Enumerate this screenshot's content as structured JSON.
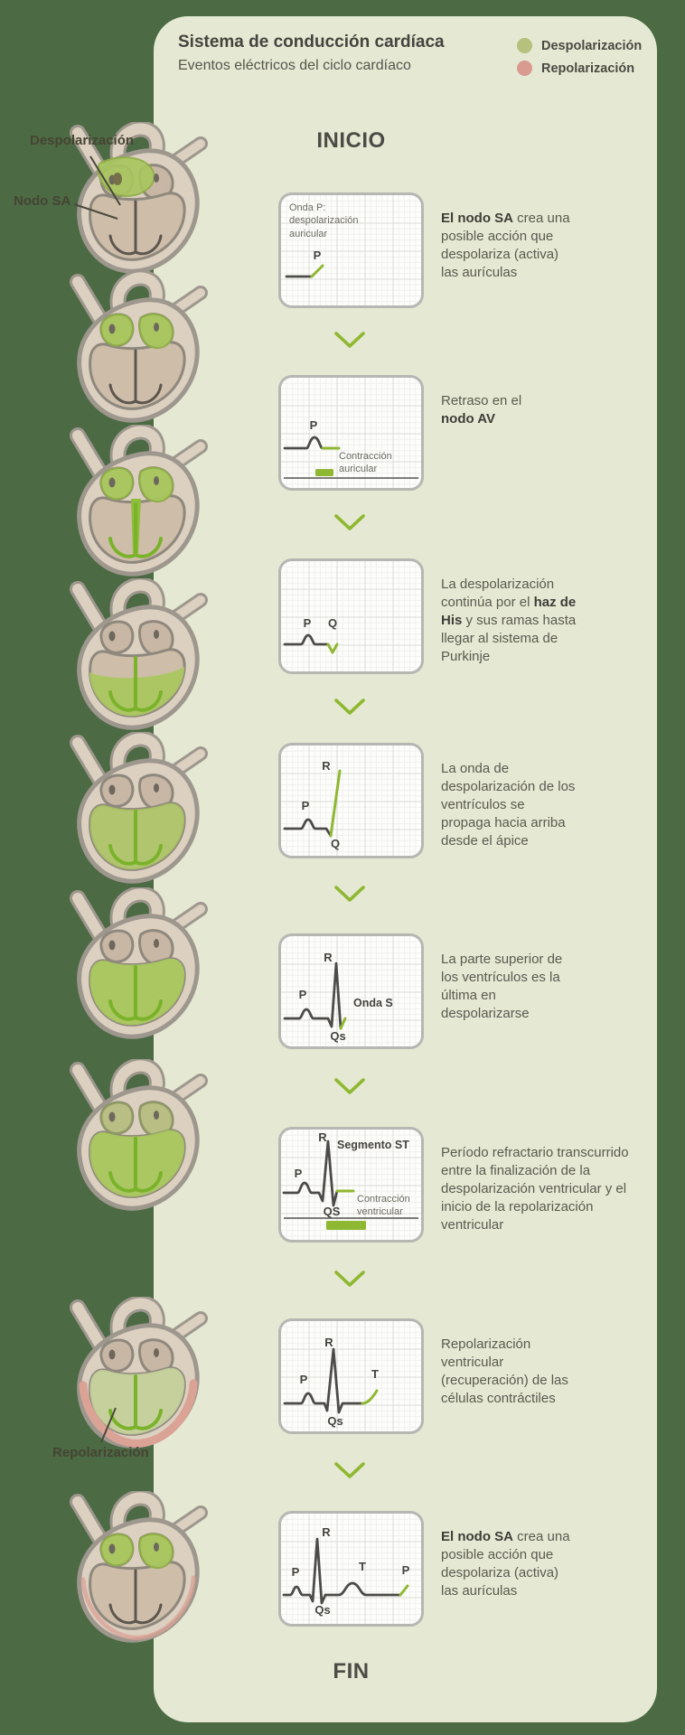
{
  "header": {
    "title": "Sistema de conducción cardíaca",
    "subtitle": "Eventos eléctricos del ciclo cardíaco"
  },
  "legend": {
    "items": [
      {
        "label": "Despolarización",
        "color": "#b5c17c"
      },
      {
        "label": "Repolarización",
        "color": "#d99a90"
      }
    ]
  },
  "flow": {
    "start_label": "INICIO",
    "end_label": "FIN"
  },
  "anatomy_labels": [
    {
      "id": "despolarizacion",
      "text": "Despolarización"
    },
    {
      "id": "nodo-sa",
      "text": "Nodo SA"
    },
    {
      "id": "repolarizacion",
      "text": "Repolarización"
    }
  ],
  "colors": {
    "accent_green": "#8fb832",
    "depolarization_green": "#a9c75e",
    "repolarization_pink": "#d99a90",
    "background_dark": "#4c6a44",
    "panel_light": "#e5e9d3"
  },
  "steps": [
    {
      "ecg": {
        "notes": [
          {
            "text": "Onda P: despolarización auricular",
            "bold": false
          }
        ],
        "wave_labels": [
          "P"
        ]
      },
      "description": [
        {
          "text": "El nodo SA",
          "bold": true
        },
        {
          "text": " crea una posible acción que despolariza (activa) las aurículas",
          "bold": false
        }
      ]
    },
    {
      "ecg": {
        "notes": [
          {
            "text": "Contracción auricular",
            "bold": false
          }
        ],
        "wave_labels": [
          "P"
        ]
      },
      "description": [
        {
          "text": "Retraso en el ",
          "bold": false
        },
        {
          "text": "nodo AV",
          "bold": true
        }
      ]
    },
    {
      "ecg": {
        "notes": [],
        "wave_labels": [
          "P",
          "Q"
        ]
      },
      "description": [
        {
          "text": "La despolarización continúa por el ",
          "bold": false
        },
        {
          "text": "haz de His",
          "bold": true
        },
        {
          "text": " y sus ramas hasta llegar al sistema de Purkinje",
          "bold": false
        }
      ]
    },
    {
      "ecg": {
        "notes": [],
        "wave_labels": [
          "R",
          "P",
          "Q"
        ]
      },
      "description": [
        {
          "text": "La onda de despolarización de los ventrículos se propaga hacia arriba desde el ápice",
          "bold": false
        }
      ]
    },
    {
      "ecg": {
        "notes": [
          {
            "text": "Onda S",
            "bold": true
          }
        ],
        "wave_labels": [
          "R",
          "P",
          "Qs"
        ]
      },
      "description": [
        {
          "text": "La parte superior de los ventrículos es la última en despolarizarse",
          "bold": false
        }
      ]
    },
    {
      "ecg": {
        "notes": [
          {
            "text": "Segmento ST",
            "bold": true
          },
          {
            "text": "Contracción ventricular",
            "bold": false
          }
        ],
        "wave_labels": [
          "R",
          "P",
          "QS"
        ]
      },
      "description": [
        {
          "text": "Período refractario transcurrido entre la finalización de la despolarización ventricular y el inicio de la repolarización ventricular",
          "bold": false
        }
      ]
    },
    {
      "ecg": {
        "notes": [],
        "wave_labels": [
          "R",
          "P",
          "Qs",
          "T"
        ]
      },
      "description": [
        {
          "text": "Repolarización ventricular (recuperación) de las células contráctiles",
          "bold": false
        }
      ]
    },
    {
      "ecg": {
        "notes": [],
        "wave_labels": [
          "P",
          "R",
          "Qs",
          "T",
          "P"
        ]
      },
      "description": [
        {
          "text": "El nodo SA",
          "bold": true
        },
        {
          "text": " crea una posible acción que despolariza (activa) las aurículas",
          "bold": false
        }
      ]
    }
  ]
}
